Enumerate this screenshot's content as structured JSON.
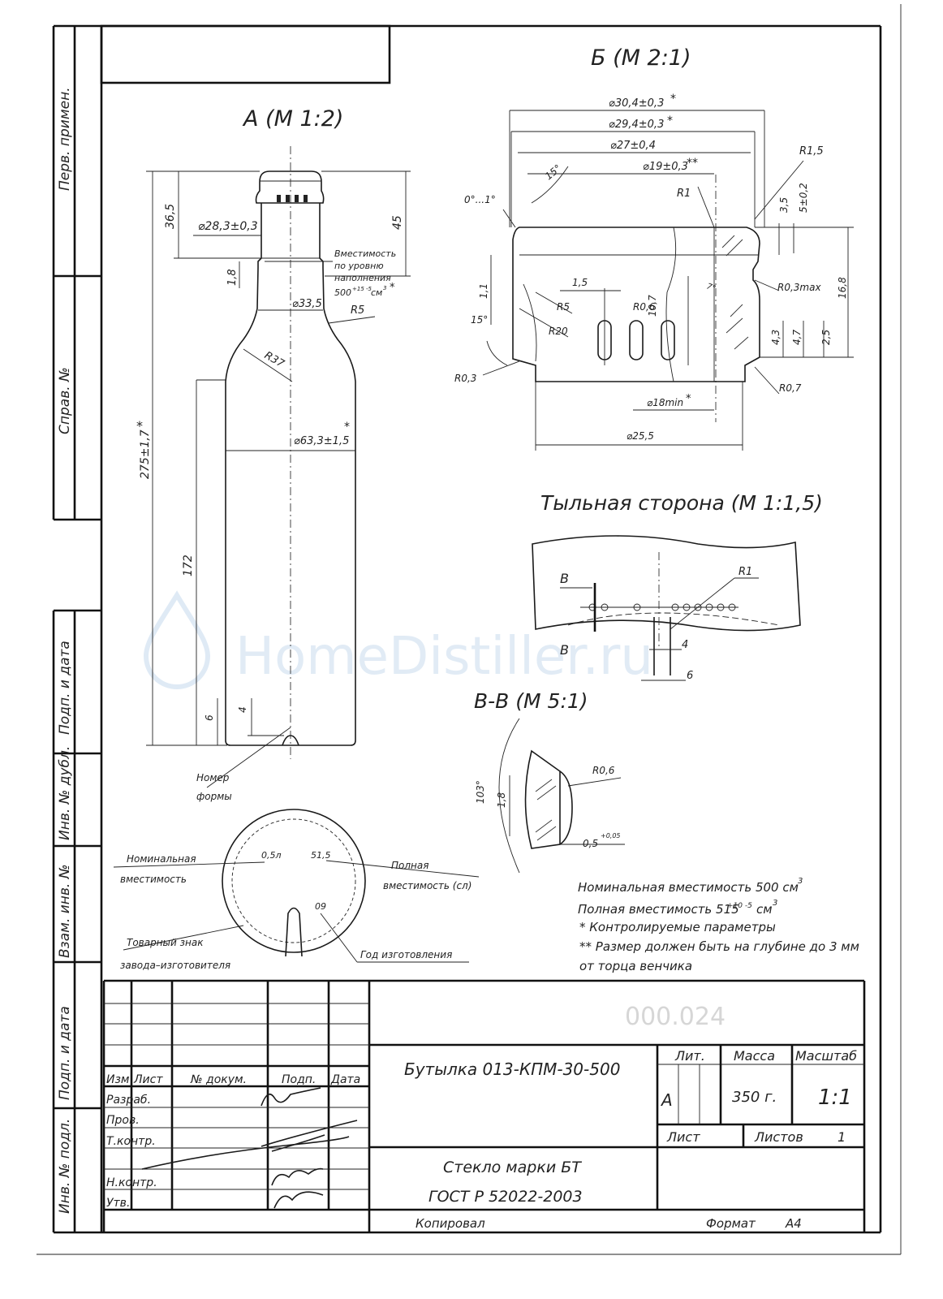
{
  "side_stamp": {
    "perv_primen": "Перв. примен.",
    "sprav_no": "Справ. №",
    "podp_data_1": "Подп. и дата",
    "inv_dubl": "Инв. № дубл.",
    "vzam_inv": "Взам. инв. №",
    "podp_data_2": "Подп. и дата",
    "inv_podl": "Инв. № подл."
  },
  "view_a": {
    "title": "А (М 1:2)",
    "dim_36_5": "36,5",
    "dim_45": "45",
    "dim_d28_3": "⌀28,3±0,3",
    "dim_1_8": "1,8",
    "capacity_note_1": "Вместимость",
    "capacity_note_2": "по уровню",
    "capacity_note_3": "наполнения",
    "capacity_value": "500",
    "capacity_tol": "+15 -5",
    "capacity_unit": "см",
    "capacity_unit_sup": "3",
    "capacity_star": "*",
    "dim_d33_5": "⌀33,5",
    "dim_r5": "R5",
    "dim_r37": "R37",
    "dim_d63_3": "⌀63,3±1,5",
    "dim_d63_star": "*",
    "dim_275": "275±1,7",
    "dim_275_star": "*",
    "dim_172": "172",
    "dim_6": "6",
    "dim_4": "4",
    "mould_no_1": "Номер",
    "mould_no_2": "формы"
  },
  "bottom_view": {
    "nominal_1": "Номинальная",
    "nominal_2": "вместимость",
    "mark_05l": "0,5л",
    "mark_515": "51,5",
    "mark_09": "09",
    "full_1": "Полная",
    "full_2": "вместимость (сл)",
    "trademark_1": "Товарный знак",
    "trademark_2": "завода–изготовителя",
    "year": "Год изготовления"
  },
  "view_b": {
    "title": "Б (М 2:1)",
    "dim_d30_4": "⌀30,4±0,3",
    "dim_d29_4": "⌀29,4±0,3",
    "star": "*",
    "dim_d27": "⌀27±0,4",
    "dim_d19": "⌀19±0,3",
    "star2": "**",
    "dim_r1_5": "R1,5",
    "dim_r1": "R1",
    "dim_15deg_top": "15°",
    "dim_0_1deg": "0°...1°",
    "dim_3_5": "3,5",
    "dim_5": "5±0,2",
    "dim_1_1": "1,1",
    "dim_1_5": "1,5",
    "dim_r5": "R5",
    "dim_r0_6": "R0,6",
    "dim_10_7": "10,7",
    "dim_r20": "R20",
    "dim_15deg": "15°",
    "dim_r0_3max": "R0,3max",
    "dim_16_8": "16,8",
    "dim_4_3": "4,3",
    "dim_4_7": "4,7",
    "dim_2_5": "2,5",
    "dim_r0_3": "R0,3",
    "dim_r0_7": "R0,7",
    "dim_d18": "⌀18min",
    "dim_d25_5": "⌀25,5",
    "dim_7deg": "7°"
  },
  "back_side": {
    "title": "Тыльная сторона (М 1:1,5)",
    "sec_b": "В",
    "dim_r1": "R1",
    "dim_4": "4",
    "dim_6": "6"
  },
  "section_vv": {
    "title": "В-В (М 5:1)",
    "dim_r0_6": "R0,6",
    "dim_103": "103°",
    "dim_1_8": "1,8",
    "dim_0_5": "0,5",
    "dim_0_5_tol": "+0,05"
  },
  "notes": {
    "line1": "Номинальная вместимость 500 см",
    "line1_sup": "3",
    "line2_a": "Полная вместимость 515",
    "line2_tol": "+10 -5",
    "line2_b": "см",
    "line2_sup": "3",
    "line3": "* Контролируемые параметры",
    "line4": "** Размер должен быть на глубине до 3 мм",
    "line5": "от торца венчика"
  },
  "title_block": {
    "doc_code": "000.024",
    "product_name": "Бутылка 013-КПМ-30-500",
    "h_izm": "Изм",
    "h_list": "Лист",
    "h_docum": "№ докум.",
    "h_podp": "Подп.",
    "h_data": "Дата",
    "r_razrab": "Разраб.",
    "r_prov": "Пров.",
    "r_tkontr": "Т.контр.",
    "r_nkontr": "Н.контр.",
    "r_utv": "Утв.",
    "h_lit": "Лит.",
    "h_massa": "Масса",
    "h_masshtab": "Масштаб",
    "lit_value": "А",
    "mass_value": "350 г.",
    "scale_value": "1:1",
    "sheet_label": "Лист",
    "sheets_label": "Листов",
    "sheets_value": "1",
    "material_1": "Стекло марки БТ",
    "material_2": "ГОСТ Р 52022-2003",
    "copied": "Копировал",
    "format_label": "Формат",
    "format_value": "А4"
  },
  "watermark": "HomeDistiller.ru"
}
